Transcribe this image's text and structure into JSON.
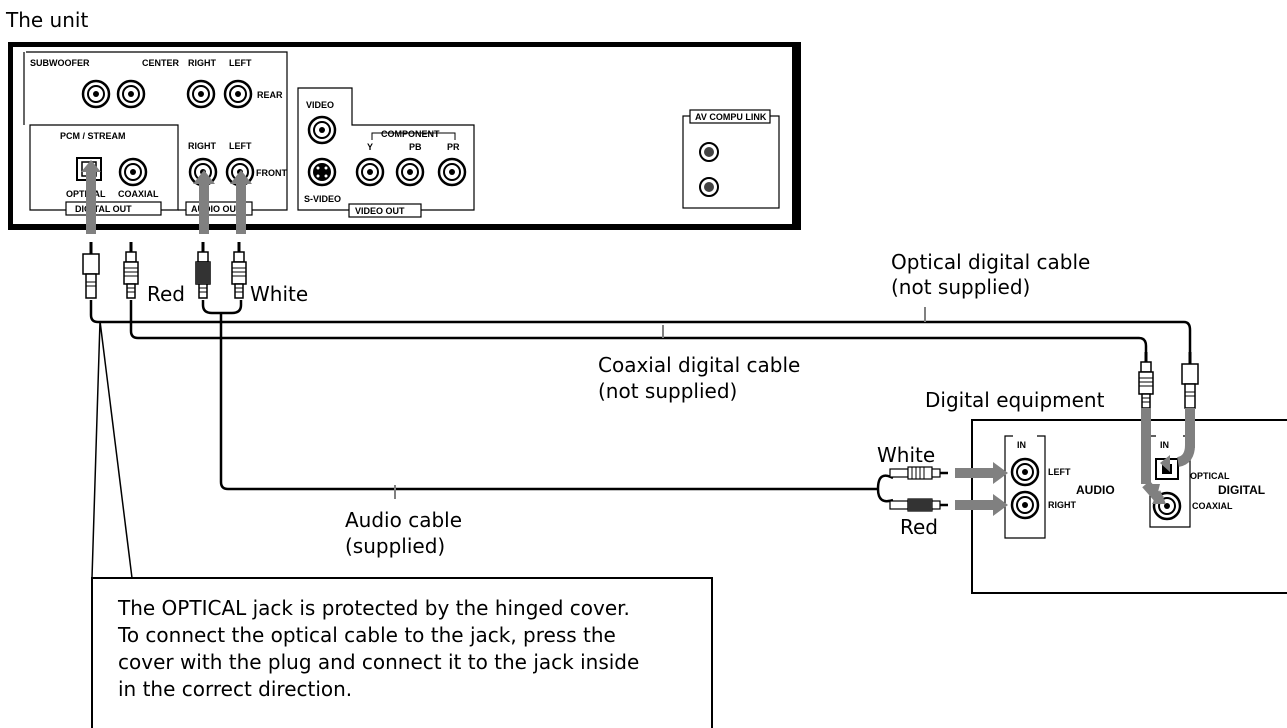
{
  "title": "The unit",
  "unit": {
    "subwoofer": "SUBWOOFER",
    "center": "CENTER",
    "right": "RIGHT",
    "left": "LEFT",
    "rear": "REAR",
    "front": "FRONT",
    "pcm_stream": "PCM / STREAM",
    "optical": "OPTICAL",
    "coaxial": "COAXIAL",
    "digital_out": "DIGITAL OUT",
    "audio_out": "AUDIO OUT",
    "video": "VIDEO",
    "s_video": "S-VIDEO",
    "component": "COMPONENT",
    "y": "Y",
    "pb": "PB",
    "pr": "PR",
    "video_out": "VIDEO OUT",
    "av_compu_link": "AV COMPU LINK"
  },
  "labels": {
    "red": "Red",
    "white": "White",
    "optical_cable_1": "Optical digital cable",
    "optical_cable_2": "(not supplied)",
    "coaxial_cable_1": "Coaxial digital cable",
    "coaxial_cable_2": "(not supplied)",
    "audio_cable_1": "Audio cable",
    "audio_cable_2": "(supplied)",
    "digital_equipment": "Digital equipment",
    "white2": "White",
    "red2": "Red"
  },
  "equipment": {
    "in": "IN",
    "left": "LEFT",
    "right": "RIGHT",
    "audio": "AUDIO",
    "in2": "IN",
    "optical": "OPTICAL",
    "coaxial": "COAXIAL",
    "digital": "DIGITAL"
  },
  "note": {
    "line1": "The OPTICAL jack is protected by the hinged cover.",
    "line2": "To connect the optical cable to the jack, press the",
    "line3": "cover with the plug and connect it to the jack inside",
    "line4": "in the correct direction."
  },
  "colors": {
    "arrow": "#808080",
    "line": "#000000"
  }
}
